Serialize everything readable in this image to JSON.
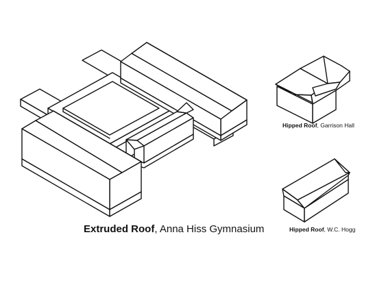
{
  "captions": {
    "main": {
      "title": "Extruded Roof",
      "subtitle": ", Anna Hiss Gymnasium"
    },
    "garrison": {
      "title": "Hipped Roof",
      "subtitle": ", Garrison Hall"
    },
    "hogg": {
      "title": "Hipped Roof",
      "subtitle": ", W.C. Hogg"
    }
  },
  "colors": {
    "ink": "#111111",
    "paper": "#ffffff"
  }
}
